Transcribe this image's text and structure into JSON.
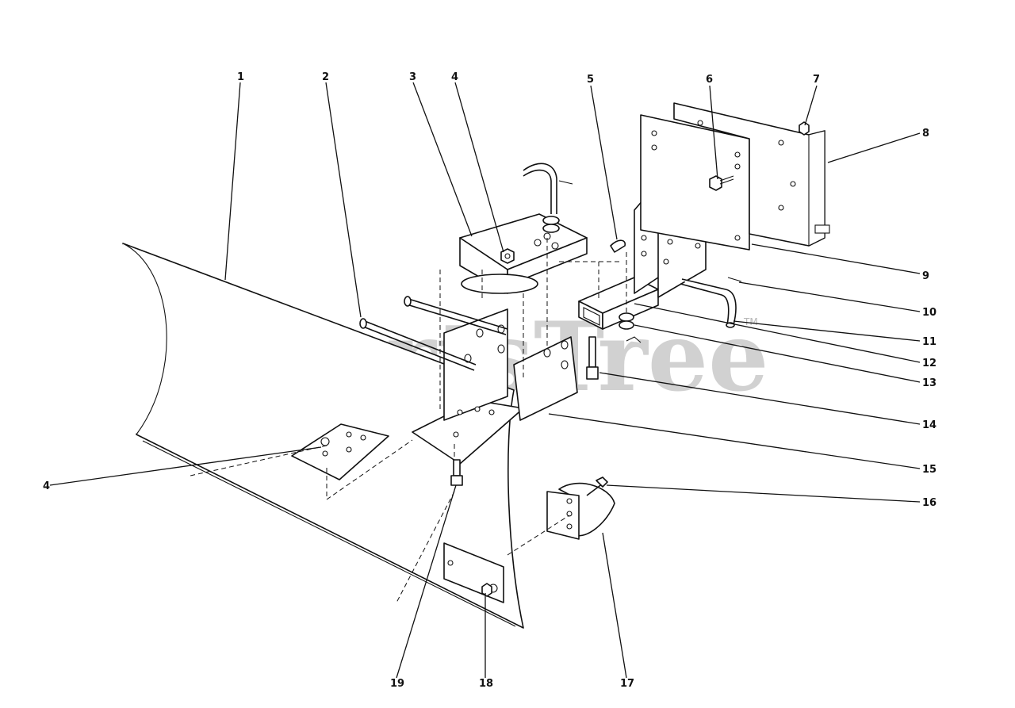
{
  "watermark": {
    "text": "PartsTree",
    "trademark": "TM",
    "color": "#9a9a9a"
  },
  "callouts": {
    "c1": "1",
    "c2": "2",
    "c3": "3",
    "c4a": "4",
    "c5": "5",
    "c6": "6",
    "c7": "7",
    "c8": "8",
    "c9": "9",
    "c10": "10",
    "c11": "11",
    "c12": "12",
    "c13": "13",
    "c14": "14",
    "c15": "15",
    "c16": "16",
    "c17": "17",
    "c18": "18",
    "c19": "19",
    "c4b": "4"
  },
  "colors": {
    "line": "#111111",
    "background": "#ffffff"
  }
}
